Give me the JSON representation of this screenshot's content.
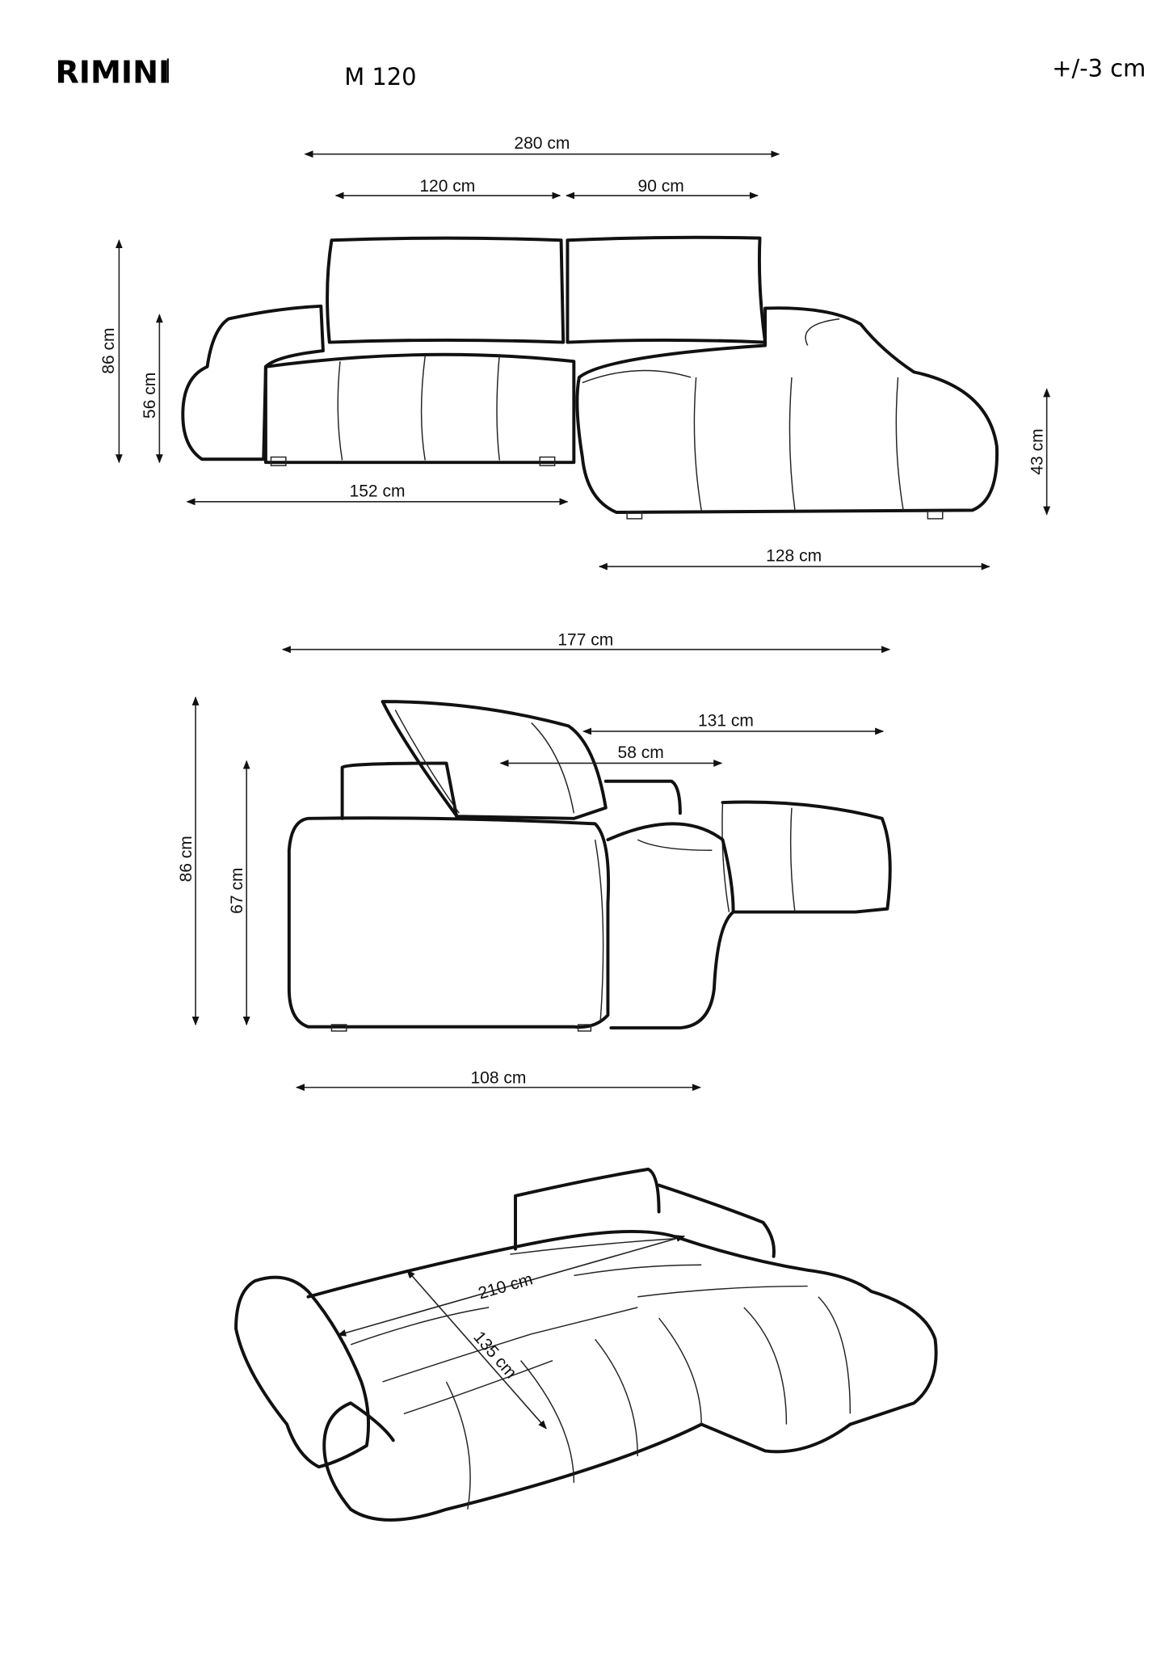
{
  "header": {
    "title": "RIMINI",
    "model": "M 120",
    "tolerance": "+/-3 cm"
  },
  "front_view": {
    "total_width": "280 cm",
    "seat_width": "120 cm",
    "chaise_seat_width": "90 cm",
    "height": "86 cm",
    "seat_height": "56 cm",
    "left_width": "152 cm",
    "chaise_width": "128 cm",
    "chaise_height": "43 cm"
  },
  "side_view": {
    "total_depth": "177 cm",
    "chaise_depth": "131 cm",
    "seat_depth": "58 cm",
    "height": "86 cm",
    "armrest_height": "67 cm",
    "depth": "108 cm"
  },
  "bed_view": {
    "bed_length": "210 cm",
    "bed_width": "135 cm"
  }
}
